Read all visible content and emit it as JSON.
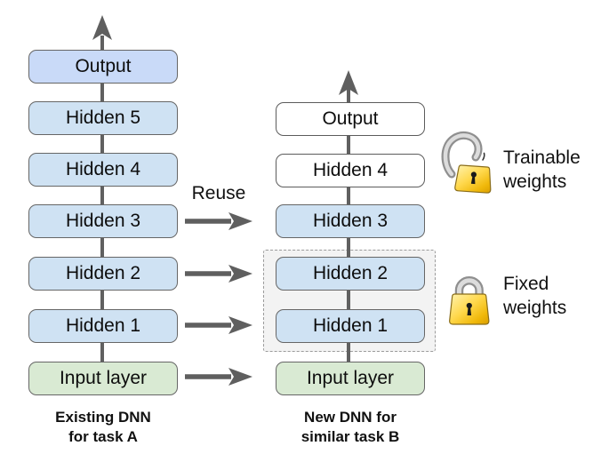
{
  "left_column": {
    "caption": [
      "Existing DNN",
      "for task A"
    ],
    "boxes": [
      {
        "label": "Output",
        "style": "output-blue"
      },
      {
        "label": "Hidden 5",
        "style": "hidden-blue"
      },
      {
        "label": "Hidden 4",
        "style": "hidden-blue"
      },
      {
        "label": "Hidden 3",
        "style": "hidden-blue"
      },
      {
        "label": "Hidden 2",
        "style": "hidden-blue"
      },
      {
        "label": "Hidden 1",
        "style": "hidden-blue"
      },
      {
        "label": "Input layer",
        "style": "input-green"
      }
    ]
  },
  "right_column": {
    "caption": [
      "New DNN for",
      "similar task B"
    ],
    "boxes": [
      {
        "label": "Output",
        "style": "white-trainable"
      },
      {
        "label": "Hidden 4",
        "style": "white-trainable"
      },
      {
        "label": "Hidden 3",
        "style": "hidden-blue"
      },
      {
        "label": "Hidden 2",
        "style": "hidden-blue-fixed"
      },
      {
        "label": "Hidden 1",
        "style": "hidden-blue-fixed"
      },
      {
        "label": "Input layer",
        "style": "input-green"
      }
    ]
  },
  "reuse_label": "Reuse",
  "legend": {
    "trainable": {
      "icon": "open-padlock-icon",
      "lines": [
        "Trainable",
        "weights"
      ]
    },
    "fixed": {
      "icon": "closed-padlock-icon",
      "lines": [
        "Fixed",
        "weights"
      ]
    }
  },
  "colors": {
    "output_box_fill": "#c9daf8",
    "hidden_box_fill": "#cfe2f3",
    "input_box_fill": "#d9ead3",
    "new_layer_fill": "#ffffff",
    "box_border": "#666666",
    "arrow_gray": "#5f5f5f",
    "fixed_group_fill": "#f3f3f3",
    "padlock_gold": "#f5c518",
    "padlock_silver": "#c9c9c9"
  }
}
